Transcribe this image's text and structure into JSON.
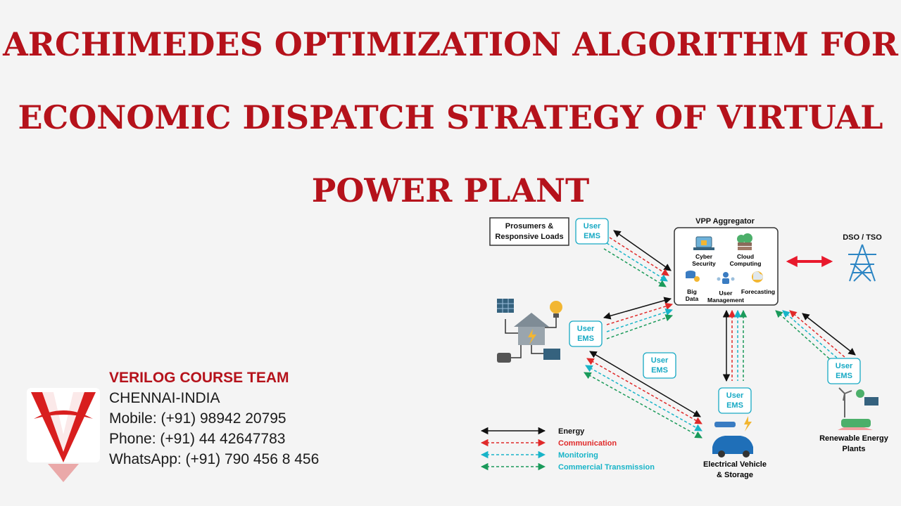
{
  "title": {
    "line1": "ARCHIMEDES OPTIMIZATION ALGORITHM FOR",
    "line2": "ECONOMIC DISPATCH STRATEGY OF VIRTUAL",
    "line3": "POWER PLANT"
  },
  "contact": {
    "team": "VERILOG COURSE TEAM",
    "city": "CHENNAI-INDIA",
    "mobile": "Mobile: (+91) 98942 20795",
    "phone": "Phone: (+91) 44 42647783",
    "whatsapp": "WhatsApp: (+91) 790 456 8 456"
  },
  "diagram": {
    "prosumers": [
      "Prosumers &",
      "Responsive Loads"
    ],
    "user_ems": [
      "User",
      "EMS"
    ],
    "vpp_title": "VPP Aggregator",
    "vpp_items": {
      "cyber": [
        "Cyber",
        "Security"
      ],
      "cloud": [
        "Cloud",
        "Computing"
      ],
      "bigdata": [
        "Big",
        "Data"
      ],
      "user_mgmt": [
        "User",
        "Management"
      ],
      "forecasting": "Forecasting"
    },
    "dso": "DSO / TSO",
    "ev": [
      "Electrical Vehicle",
      "& Storage"
    ],
    "renewable": [
      "Renewable Energy",
      "Plants"
    ]
  },
  "legend": [
    {
      "label": "Energy",
      "color": "#111111"
    },
    {
      "label": "Communication",
      "color": "#e02a2a"
    },
    {
      "label": "Monitoring",
      "color": "#18b4c8"
    },
    {
      "label": "Commercial Transmission",
      "color": "#1a9a5a"
    }
  ],
  "colors": {
    "title_red": "#b5121b",
    "ems_cyan": "#17a9c4",
    "vpp_arrow": "#e8192c",
    "tower_blue": "#2d86c4"
  }
}
